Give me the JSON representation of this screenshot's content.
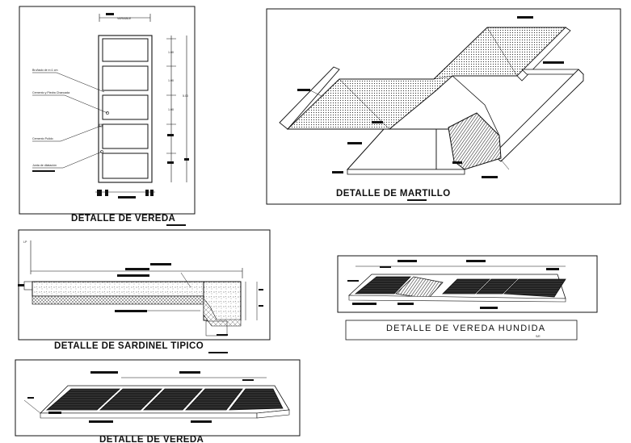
{
  "vereda_top": {
    "title": "DETALLE DE VEREDA",
    "width_label": "VARIABLE",
    "dim_labels": [
      "1.00",
      "1.00",
      "1.00",
      "5.00"
    ],
    "callouts": [
      "Bruñado de e=1 cm",
      "Cemento y Piedra Chancada",
      "Cemento Pulido",
      "Junta de dilatación"
    ]
  },
  "martillo": {
    "title": "DETALLE DE MARTILLO"
  },
  "sardinel": {
    "title": "DETALLE DE SARDINEL TIPICO",
    "marker": "LP"
  },
  "hundida": {
    "title": "DETALLE DE  VEREDA HUNDIDA",
    "scale": "S/E"
  },
  "vereda_bottom": {
    "title": "DETALLE DE VEREDA"
  },
  "colors": {
    "line": "#111111",
    "background": "#ffffff",
    "hatch": "#444444"
  }
}
